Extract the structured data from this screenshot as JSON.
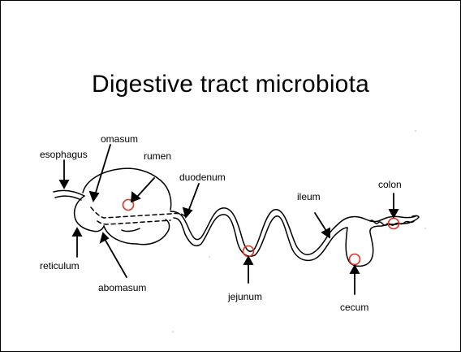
{
  "slide": {
    "title": "Digestive tract microbiota"
  },
  "labels": {
    "esophagus": "esophagus",
    "omasum": "omasum",
    "rumen": "rumen",
    "duodenum": "duodenum",
    "reticulum": "reticulum",
    "abomasum": "abomasum",
    "jejunum": "jejunum",
    "ileum": "ileum",
    "cecum": "cecum",
    "colon": "colon"
  },
  "colors": {
    "sample_marker": "#e0301e",
    "line": "#000000"
  },
  "sample_sites": [
    "rumen",
    "jejunum",
    "cecum",
    "colon"
  ]
}
